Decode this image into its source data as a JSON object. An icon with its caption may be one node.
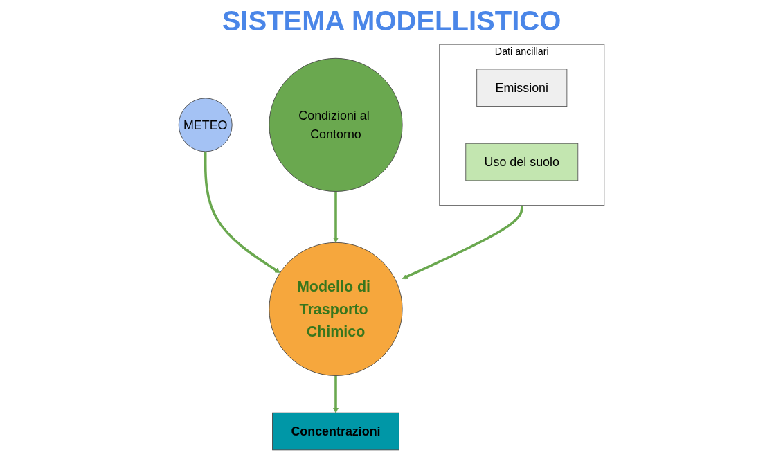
{
  "diagram": {
    "title": "SISTEMA MODELLISTICO",
    "nodes": [
      {
        "text": [
          "Dati ancillari"
        ]
      },
      {
        "text": [
          "Emissioni"
        ],
        "in": 0
      },
      {
        "text": [
          "Uso del suolo"
        ],
        "in": 0
      },
      {
        "text": [
          "METEO"
        ]
      },
      {
        "text": [
          "Modello di Trasporto Chimico"
        ]
      },
      {
        "text": [
          "Condizioni al Contorno"
        ]
      },
      {
        "text": [
          "Concentrazioni"
        ]
      }
    ],
    "edges": [
      {
        "from": 0,
        "to": 4,
        "arrow": "to"
      },
      {
        "from": 3,
        "to": 4,
        "arrow": "to"
      },
      {
        "from": 5,
        "to": 4,
        "arrow": "to"
      },
      {
        "from": 4,
        "to": 6,
        "arrow": "to"
      }
    ]
  }
}
